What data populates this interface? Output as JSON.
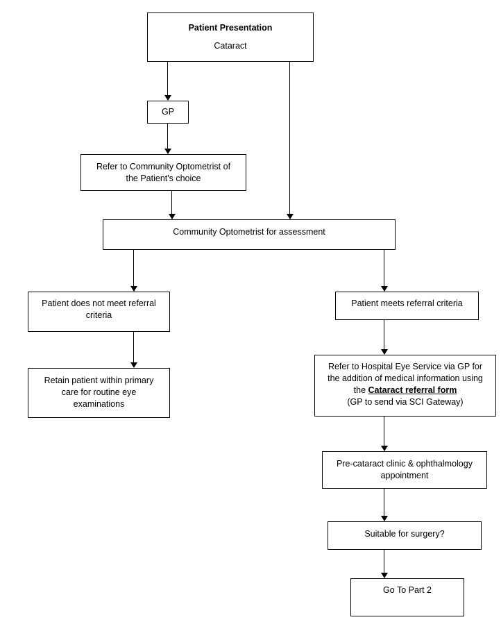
{
  "diagram": {
    "type": "flowchart",
    "orientation": "top-to-bottom",
    "nodes": [
      {
        "id": "patient-presentation",
        "title": "Patient Presentation",
        "subtitle": "Cataract"
      },
      {
        "id": "gp",
        "label": "GP"
      },
      {
        "id": "refer-community-optometrist",
        "line1": "Refer to Community Optometrist of",
        "line2": "the Patient's choice"
      },
      {
        "id": "community-optometrist-assessment",
        "label": "Community Optometrist for assessment"
      },
      {
        "id": "does-not-meet-criteria",
        "line1": "Patient does not meet referral",
        "line2": "criteria"
      },
      {
        "id": "meets-criteria",
        "label": "Patient meets referral criteria"
      },
      {
        "id": "retain-primary-care",
        "line1": "Retain patient within primary",
        "line2": "care for routine eye",
        "line3": "examinations"
      },
      {
        "id": "refer-hospital-eye-service",
        "line1": "Refer to Hospital Eye Service via GP for",
        "line2": "the addition of medical information using",
        "line3_prefix": "the ",
        "line3_link": "Cataract referral form",
        "line4": "(GP to send via SCI Gateway)"
      },
      {
        "id": "pre-cataract-clinic",
        "line1": "Pre-cataract clinic & ophthalmology",
        "line2": "appointment"
      },
      {
        "id": "suitable-for-surgery",
        "label": "Suitable for surgery?"
      },
      {
        "id": "go-to-part-2",
        "label": "Go To Part 2"
      }
    ],
    "colors": {
      "box_border": "#000000",
      "box_fill": "#ffffff",
      "connector": "#000000",
      "text": "#000000"
    }
  }
}
